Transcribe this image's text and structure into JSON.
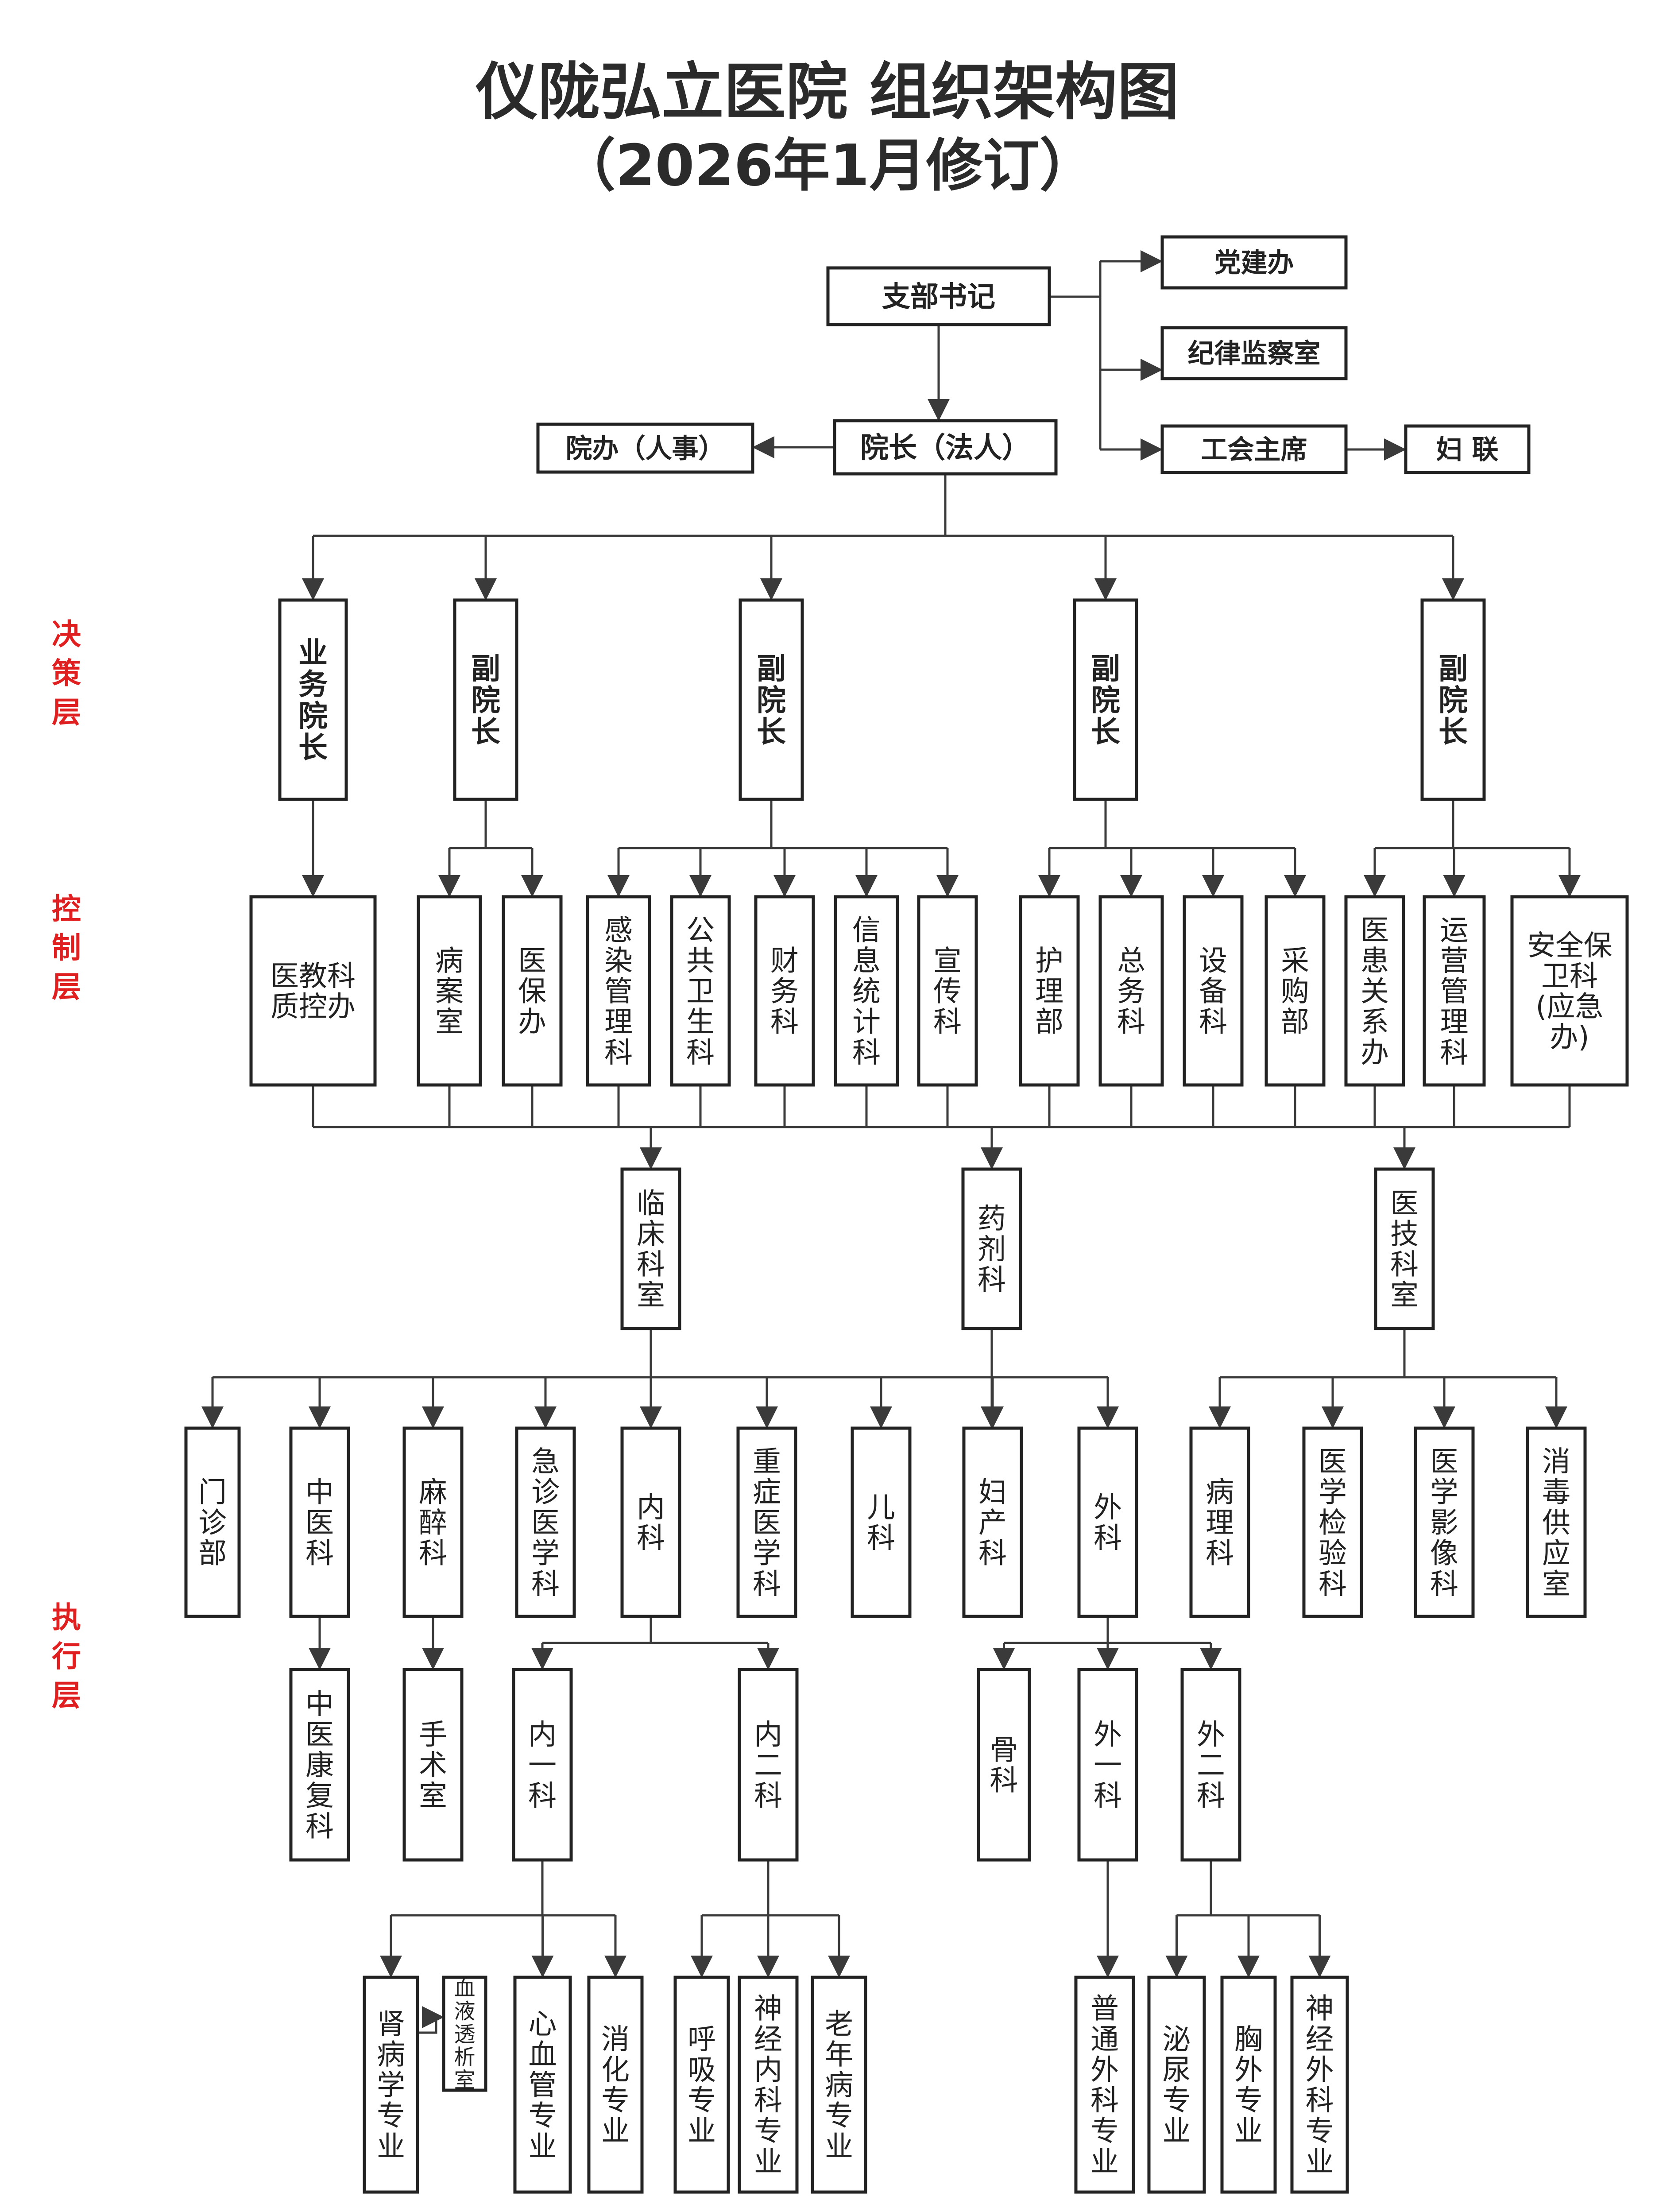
{
  "title": {
    "line1": "仪陇弘立医院  组织架构图",
    "line2": "（2026年1月修订）"
  },
  "layers": [
    "决策层",
    "控制层",
    "执行层"
  ],
  "colors": {
    "layer_label": "#e02020",
    "box_border": "#222222",
    "line": "#3a3a3a"
  },
  "nodes": {
    "branch_secretary": "支部书记",
    "party_office": "党建办",
    "discipline_office": "纪律监察室",
    "union_chair": "工会主席",
    "womens_federation": "妇  联",
    "president": "院长（法人）",
    "president_office": "院办（人事）",
    "business_vp": "业务院长",
    "vp1": "副院长",
    "vp2": "副院长",
    "vp3": "副院长",
    "vp4": "副院长",
    "med_edu": "医教科质控办",
    "medical_records": "病案室",
    "insurance": "医保办",
    "infection": "感染管理科",
    "public_health": "公共卫生科",
    "finance": "财务科",
    "statistics": "信息统计科",
    "publicity": "宣传科",
    "nursing": "护理部",
    "general_affairs": "总务科",
    "equipment": "设备科",
    "purchasing": "采购部",
    "patient_relations": "医患关系办",
    "operations": "运营管理科",
    "security": "安全保卫科（应急办）",
    "clinical": "临床科室",
    "pharmacy": "药剂科",
    "medtech": "医技科室",
    "outpatient": "门诊部",
    "tcm": "中医科",
    "anesthesia": "麻醉科",
    "emergency": "急诊医学科",
    "internal": "内科",
    "icu": "重症医学科",
    "pediatrics": "儿科",
    "obgyn": "妇产科",
    "surgery": "外科",
    "pathology": "病理科",
    "lab": "医学检验科",
    "imaging": "医学影像科",
    "disinfection": "消毒供应室",
    "tcm_rehab": "中医康复科",
    "operating_room": "手术室",
    "internal1": "内一科",
    "internal2": "内二科",
    "orthopedics": "骨科",
    "surgery1": "外一科",
    "surgery2": "外二科",
    "nephrology": "肾病学专业",
    "dialysis": "血液透析室",
    "cardio": "心血管专业",
    "digestive": "消化专业",
    "respiratory": "呼吸专业",
    "neurology": "神经内科专业",
    "geriatrics": "老年病专业",
    "general_surgery": "普通外科专业",
    "urology": "泌尿专业",
    "thoracic": "胸外专业",
    "neurosurgery": "神经外科专业"
  }
}
